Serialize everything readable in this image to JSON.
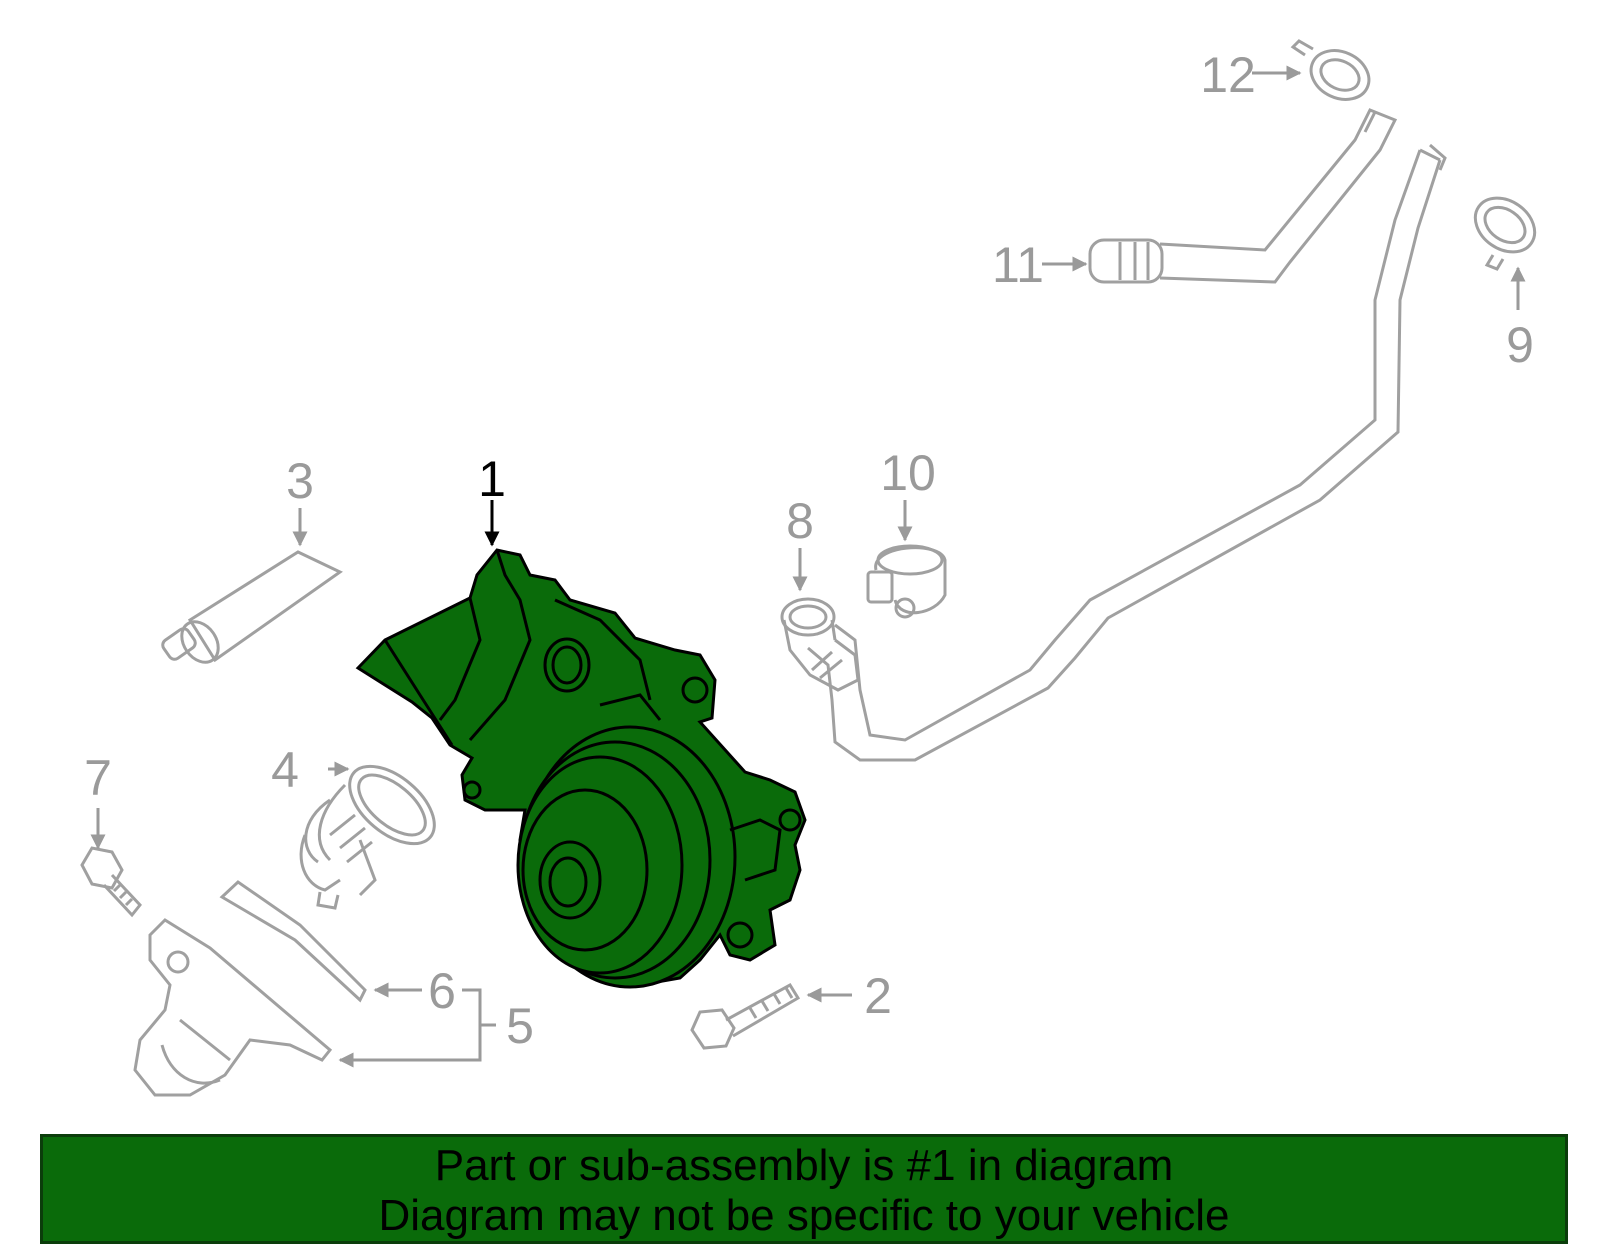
{
  "banner": {
    "line1": "Part or sub-assembly is #1 in diagram",
    "line2": "Diagram may not be specific to your vehicle",
    "background_color": "#0a6b0a"
  },
  "highlight_color": "#0a6b0a",
  "part_line_color": "#a0a0a0",
  "callouts": {
    "c1": "1",
    "c2": "2",
    "c3": "3",
    "c4": "4",
    "c5": "5",
    "c6": "6",
    "c7": "7",
    "c8": "8",
    "c9": "9",
    "c10": "10",
    "c11": "11",
    "c12": "12"
  }
}
